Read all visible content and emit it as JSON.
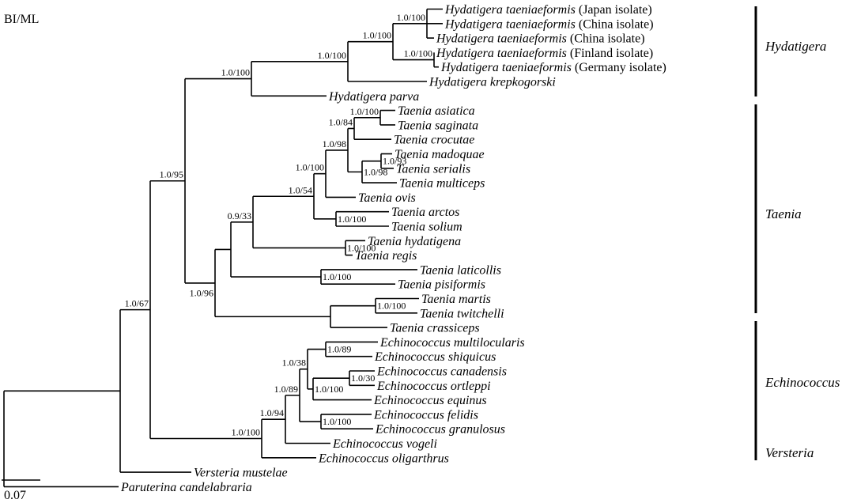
{
  "method_label": "BI/ML",
  "scale_label": "0.07",
  "highlight_color": "#e8201c",
  "taxa": [
    {
      "species": "Hydatigera taeniaeformis",
      "note": " (Japan isolate)",
      "highlight": false
    },
    {
      "species": "Hydatigera taeniaeformis",
      "note": " (China isolate)",
      "highlight": false
    },
    {
      "species": "Hydatigera taeniaeformis",
      "note": " (China isolate)",
      "highlight": true
    },
    {
      "species": "Hydatigera taeniaeformis",
      "note": " (Finland isolate)",
      "highlight": false
    },
    {
      "species": "Hydatigera taeniaeformis",
      "note": " (Germany isolate)",
      "highlight": false
    },
    {
      "species": "Hydatigera krepkogorski",
      "note": "",
      "highlight": false
    },
    {
      "species": "Hydatigera parva",
      "note": "",
      "highlight": false
    },
    {
      "species": "Taenia asiatica",
      "note": "",
      "highlight": false
    },
    {
      "species": "Taenia saginata",
      "note": "",
      "highlight": false
    },
    {
      "species": "Taenia crocutae",
      "note": "",
      "highlight": false
    },
    {
      "species": "Taenia madoquae",
      "note": "",
      "highlight": false
    },
    {
      "species": "Taenia serialis",
      "note": "",
      "highlight": false
    },
    {
      "species": "Taenia multiceps",
      "note": "",
      "highlight": false
    },
    {
      "species": "Taenia ovis",
      "note": "",
      "highlight": false
    },
    {
      "species": "Taenia arctos",
      "note": "",
      "highlight": false
    },
    {
      "species": "Taenia solium",
      "note": "",
      "highlight": false
    },
    {
      "species": "Taenia hydatigena",
      "note": "",
      "highlight": false
    },
    {
      "species": "Taenia regis",
      "note": "",
      "highlight": false
    },
    {
      "species": "Taenia laticollis",
      "note": "",
      "highlight": false
    },
    {
      "species": "Taenia pisiformis",
      "note": "",
      "highlight": false
    },
    {
      "species": "Taenia martis",
      "note": "",
      "highlight": false
    },
    {
      "species": "Taenia twitchelli",
      "note": "",
      "highlight": false
    },
    {
      "species": "Taenia crassiceps",
      "note": "",
      "highlight": false
    },
    {
      "species": "Echinococcus multilocularis",
      "note": "",
      "highlight": false
    },
    {
      "species": "Echinococcus shiquicus",
      "note": "",
      "highlight": false
    },
    {
      "species": "Echinococcus canadensis",
      "note": "",
      "highlight": false
    },
    {
      "species": "Echinococcus ortleppi",
      "note": "",
      "highlight": false
    },
    {
      "species": "Echinococcus equinus",
      "note": "",
      "highlight": false
    },
    {
      "species": "Echinococcus felidis",
      "note": "",
      "highlight": false
    },
    {
      "species": "Echinococcus granulosus",
      "note": "",
      "highlight": false
    },
    {
      "species": "Echinococcus vogeli",
      "note": "",
      "highlight": false
    },
    {
      "species": "Echinococcus oligarthrus",
      "note": "",
      "highlight": false
    },
    {
      "species": "Versteria mustelae",
      "note": "",
      "highlight": false
    },
    {
      "species": "Paruterina candelabraria",
      "note": "",
      "highlight": false
    }
  ],
  "support_values": [
    "1.0/100",
    "1.0/100",
    "1.0/100",
    "1.0/100",
    "1.0/100",
    "1.0/100",
    "1.0/84",
    "1.0/93",
    "1.0/98",
    "1.0/98",
    "1.0/100",
    "1.0/100",
    "1.0/54",
    "1.0/100",
    "0.9/33",
    "1.0/100",
    "1.0/100",
    "1.0/96",
    "1.0/95",
    "1.0/89",
    "1.0/30",
    "1.0/100",
    "1.0/38",
    "1.0/100",
    "1.0/89",
    "1.0/94",
    "1.0/100",
    "1.0/67"
  ],
  "clades": [
    "Hydatigera",
    "Taenia",
    "Echinococcus",
    "Versteria"
  ]
}
